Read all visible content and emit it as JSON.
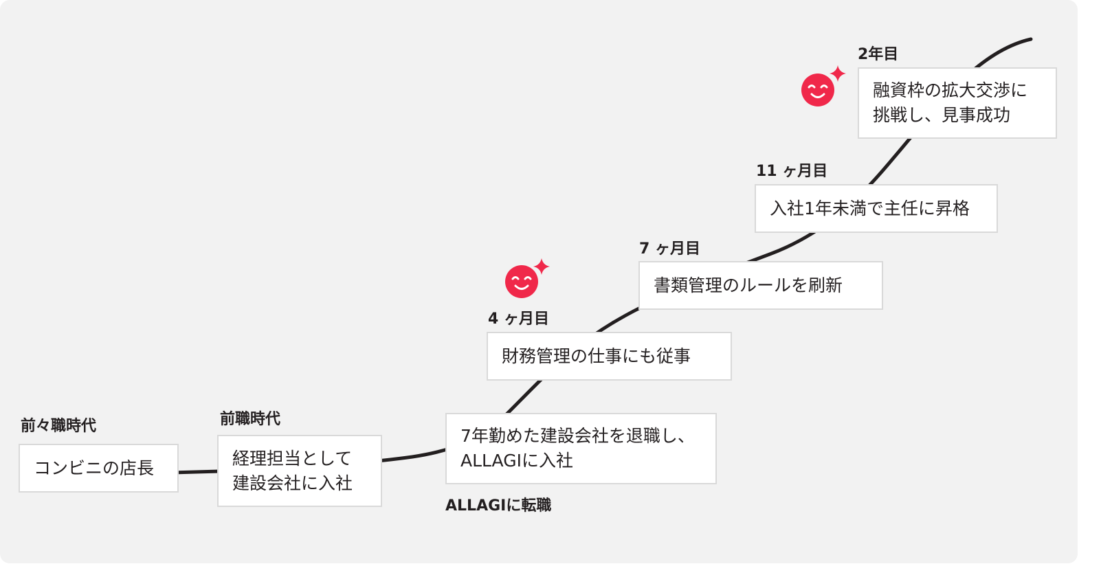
{
  "colors": {
    "accent": "#f0284a",
    "line": "#231f20",
    "background": "#f2f2f2"
  },
  "steps": [
    {
      "label": "前々職時代",
      "text": "コンビニの店長"
    },
    {
      "label": "前職時代",
      "text": "経理担当として\n建設会社に入社"
    },
    {
      "label": "ALLAGIに転職",
      "text": "7年勤めた建設会社を退職し、\nALLAGIに入社"
    },
    {
      "label": "4 ヶ月目",
      "text": "財務管理の仕事にも従事",
      "icon": "smiley-sparkle-icon"
    },
    {
      "label": "7 ヶ月目",
      "text": "書類管理のルールを刷新"
    },
    {
      "label": "11 ヶ月目",
      "text": "入社1年未満で主任に昇格"
    },
    {
      "label": "2年目",
      "text": "融資枠の拡大交渉に\n挑戦し、見事成功",
      "icon": "smiley-sparkle-icon"
    }
  ]
}
